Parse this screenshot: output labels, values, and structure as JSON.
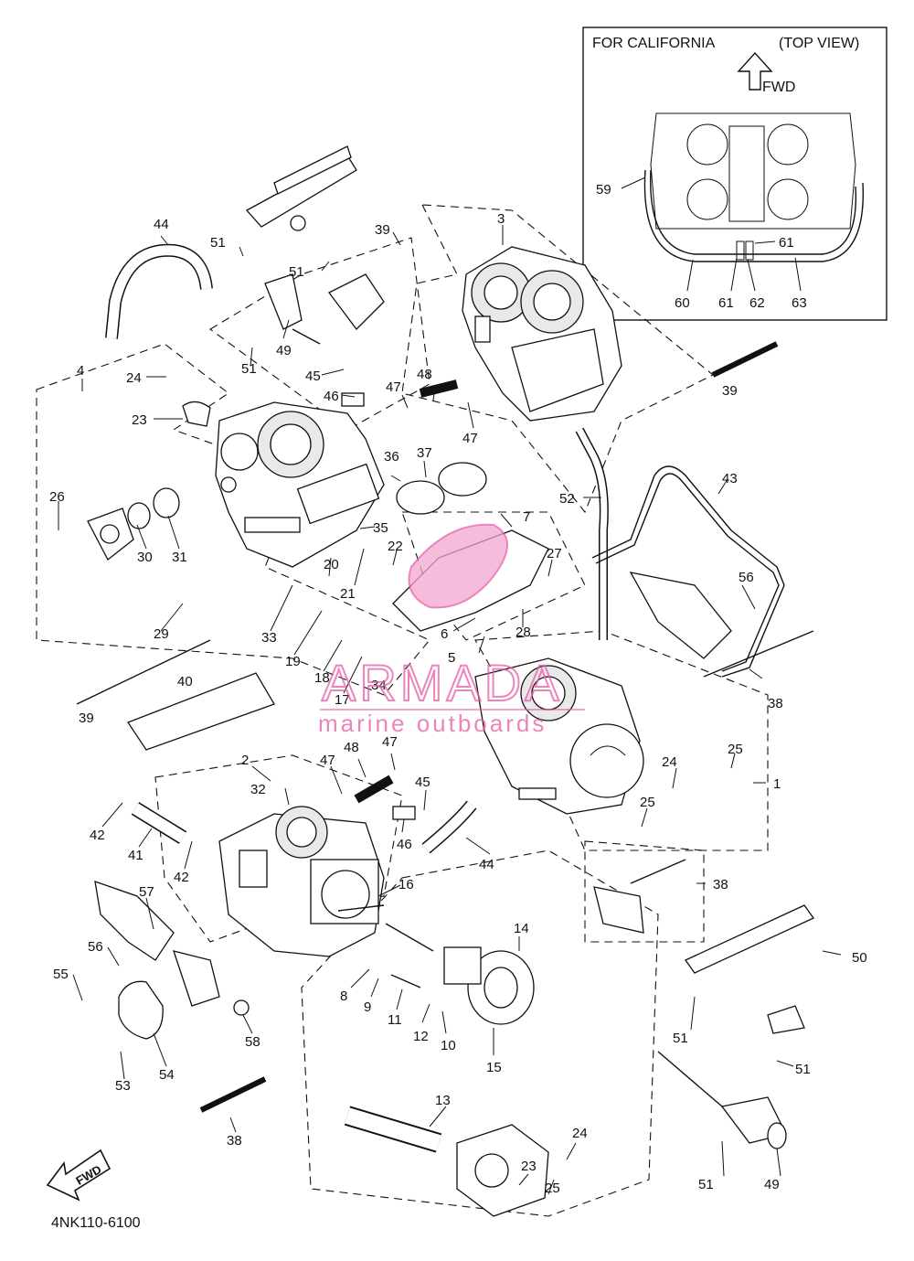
{
  "inset": {
    "left_title": "FOR CALIFORNIA",
    "right_title": "(TOP VIEW)",
    "fwd_label": "FWD"
  },
  "watermark": {
    "brand": "ARMADA",
    "tagline": "marine outboards"
  },
  "fwd_badge": "FWD",
  "drawing_code": "4NK110-6100",
  "colors": {
    "ink": "#111111",
    "watermark": "#e85aa8"
  },
  "callouts": [
    "1",
    "2",
    "3",
    "4",
    "5",
    "6",
    "7",
    "8",
    "9",
    "10",
    "11",
    "12",
    "13",
    "14",
    "15",
    "16",
    "17",
    "18",
    "19",
    "20",
    "21",
    "22",
    "23",
    "23",
    "24",
    "24",
    "24",
    "25",
    "25",
    "25",
    "26",
    "27",
    "28",
    "29",
    "30",
    "31",
    "32",
    "33",
    "34",
    "35",
    "36",
    "37",
    "38",
    "38",
    "38",
    "39",
    "39",
    "39",
    "40",
    "41",
    "42",
    "42",
    "43",
    "44",
    "44",
    "45",
    "45",
    "46",
    "46",
    "47",
    "47",
    "47",
    "47",
    "48",
    "48",
    "49",
    "49",
    "50",
    "51",
    "51",
    "51",
    "51",
    "51",
    "51",
    "52",
    "53",
    "54",
    "55",
    "56",
    "56",
    "57",
    "58",
    "59",
    "60",
    "61",
    "61",
    "62",
    "63"
  ]
}
